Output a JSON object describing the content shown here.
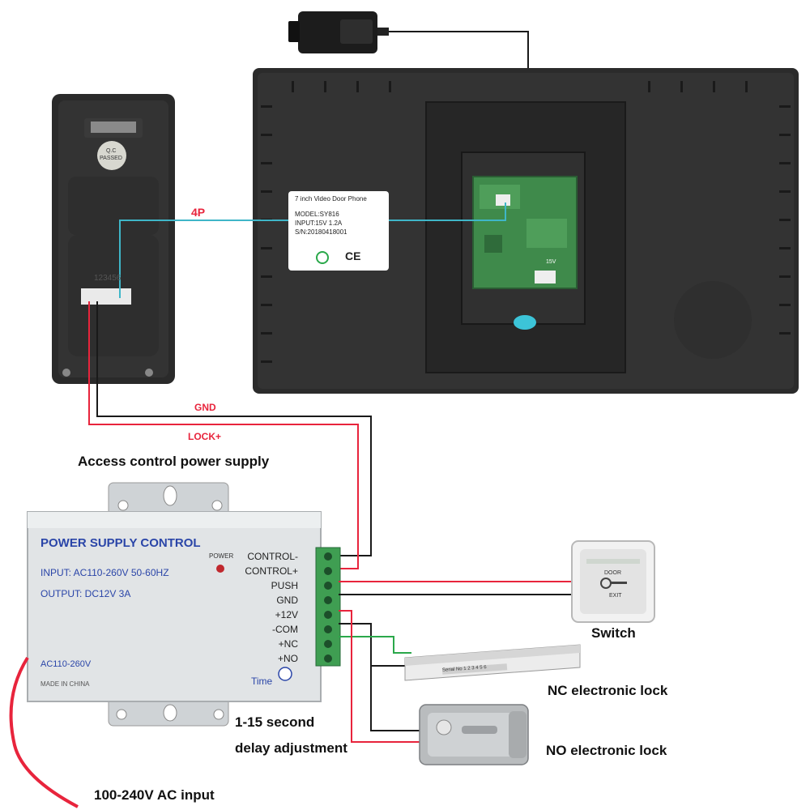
{
  "monitor": {
    "sticker_title": "7 inch Video Door Phone",
    "sticker_model": "MODEL:SY816",
    "sticker_input": "INPUT:15V 1.2A",
    "sticker_sn": "S/N:20180418001",
    "sticker_ce": "CE",
    "board_label": "15V"
  },
  "outdoor_unit": {
    "stamp_line1": "Q.C",
    "stamp_line2": "PASSED",
    "connector_numbers": "123456"
  },
  "wire_labels": {
    "fourp": "4P",
    "gnd": "GND",
    "lock_plus": "LOCK+"
  },
  "captions": {
    "access_control": "Access control power supply",
    "switch": "Switch",
    "nc_lock": "NC electronic lock",
    "no_lock": "NO electronic lock",
    "delay_line1": "1-15 second",
    "delay_line2": "delay adjustment",
    "ac_input": "100-240V AC input"
  },
  "psu": {
    "title": "POWER SUPPLY CONTROL",
    "input": "INPUT: AC110-260V 50-60HZ",
    "output": "OUTPUT: DC12V  3A",
    "power": "POWER",
    "ac_rating": "AC110-260V",
    "made_in": "MADE IN CHINA",
    "time": "Time",
    "terminals": [
      "CONTROL-",
      "CONTROL+",
      "PUSH",
      "GND",
      "+12V",
      "-COM",
      "+NC",
      "+NO"
    ]
  },
  "exit_switch": {
    "door": "DOOR",
    "exit": "EXIT"
  },
  "nc_lock_plate": {
    "serial": "Serial No 1 2 3 4 5 6"
  },
  "colors": {
    "wire_red": "#e8243c",
    "wire_black": "#1a1a1a",
    "wire_cyan": "#3fb6c8",
    "wire_green": "#2aa84a",
    "terminal_green": "#3f9e52",
    "psu_body": "#d9dde0",
    "monitor_body": "#2b2b2b"
  }
}
